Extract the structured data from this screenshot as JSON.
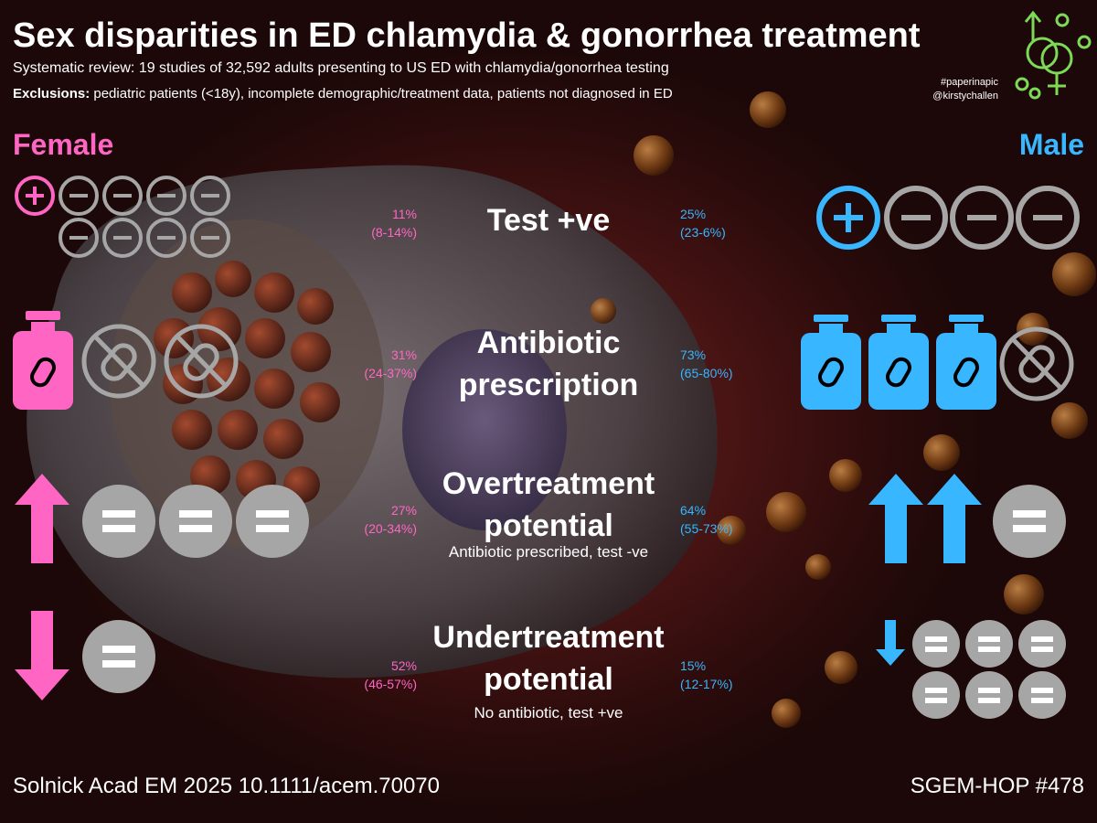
{
  "header": {
    "title": "Sex disparities in ED chlamydia & gonorrhea treatment",
    "subtitle": "Systematic review: 19 studies of 32,592 adults presenting to US ED with chlamydia/gonorrhea testing",
    "exclusions_label": "Exclusions:",
    "exclusions_text": " pediatric patients (<18y), incomplete demographic/treatment data, patients not diagnosed in ED",
    "hashtag": "#paperinapic",
    "handle": "@kirstychallen"
  },
  "groups": {
    "female": "Female",
    "male": "Male"
  },
  "rows": [
    {
      "label": "Test +ve",
      "sublabel": "",
      "female_pct": "11%",
      "female_ci": "(8-14%)",
      "male_pct": "25%",
      "male_ci": "(23-6%)"
    },
    {
      "label_line1": "Antibiotic",
      "label_line2": "prescription",
      "female_pct": "31%",
      "female_ci": "(24-37%)",
      "male_pct": "73%",
      "male_ci": "(65-80%)"
    },
    {
      "label_line1": "Overtreatment",
      "label_line2": "potential",
      "sublabel": "Antibiotic prescribed, test -ve",
      "female_pct": "27%",
      "female_ci": "(20-34%)",
      "male_pct": "64%",
      "male_ci": "(55-73%)"
    },
    {
      "label_line1": "Undertreatment",
      "label_line2": "potential",
      "sublabel": "No antibiotic, test +ve",
      "female_pct": "52%",
      "female_ci": "(46-57%)",
      "male_pct": "15%",
      "male_ci": "(12-17%)"
    }
  ],
  "footer": {
    "citation": "Solnick Acad EM 2025 10.1111/acem.70070",
    "series": "SGEM-HOP #478"
  },
  "colors": {
    "female": "#ff66c4",
    "male": "#38b6ff",
    "neutral": "#a6a6a6",
    "logo": "#7ed957"
  },
  "icons": [
    "plus-circle-icon",
    "minus-circle-icon",
    "pill-bottle-icon",
    "no-pill-icon",
    "up-arrow-icon",
    "down-arrow-icon",
    "equals-circle-icon",
    "gender-symbols-icon"
  ]
}
